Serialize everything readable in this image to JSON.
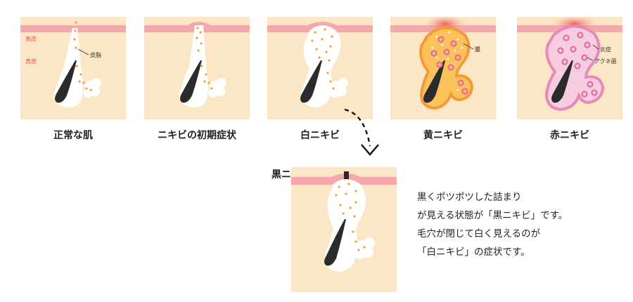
{
  "stages": [
    {
      "id": "normal",
      "caption": "正常な肌"
    },
    {
      "id": "early",
      "caption": "ニキビの初期症状"
    },
    {
      "id": "white",
      "caption": "白ニキビ"
    },
    {
      "id": "yellow",
      "caption": "黄ニキビ"
    },
    {
      "id": "red",
      "caption": "赤ニキビ"
    }
  ],
  "layer_labels": {
    "epidermis": "表皮",
    "dermis": "真皮"
  },
  "callouts": {
    "sebum": "皮脂",
    "pus": "膿",
    "inflammation": "炎症",
    "acne_bacteria": "アクネ菌"
  },
  "black_acne": {
    "title": "黒ニキビ",
    "description": [
      "黒くポツポツした詰まり",
      "が見える状態が「黒ニキビ」です。",
      "毛穴が閉じて白く見えるのが",
      "「白ニキビ」の症状です。"
    ]
  },
  "colors": {
    "skin": "#fbe6c5",
    "skin_grain": "#f5d7ad",
    "epidermis": "#f4a8ac",
    "sebum_dot": "#f0a030",
    "hair": "#2b2b2b",
    "pus": "#f9c25a",
    "pus_outline": "#f29a3c",
    "inflamed": "#f6cce0",
    "inflamed_outline": "#e889bb",
    "bacteria": "#e76aa0"
  }
}
